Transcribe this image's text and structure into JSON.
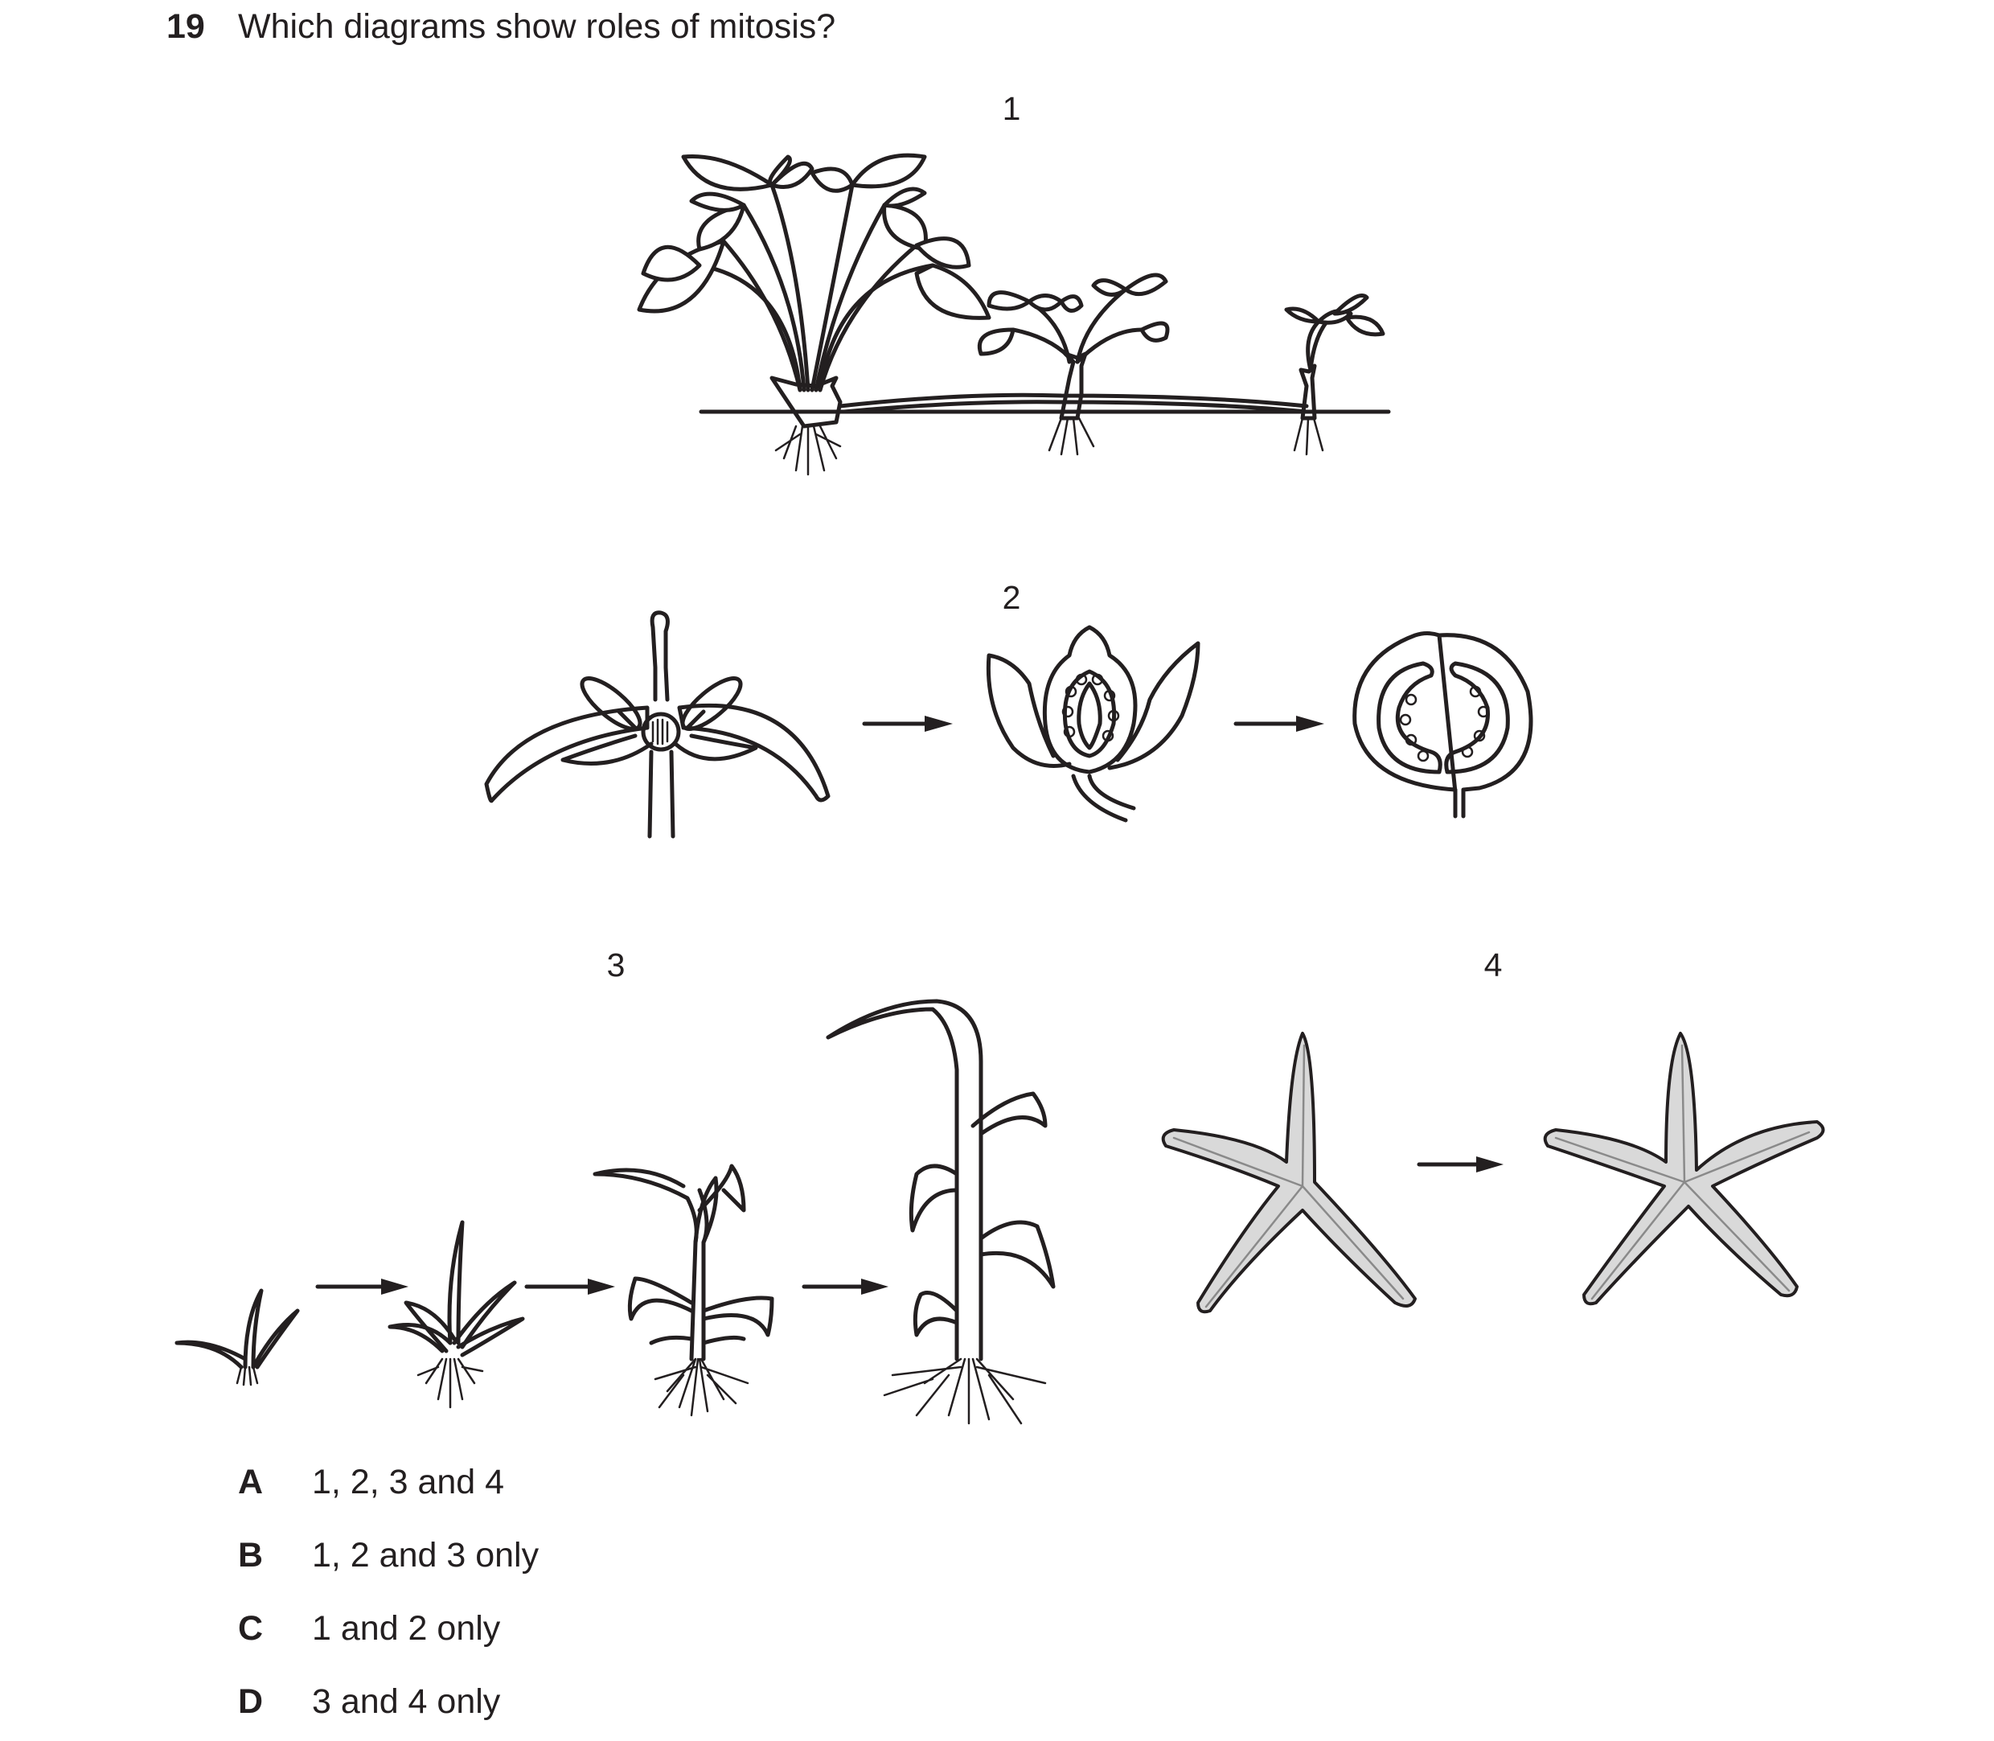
{
  "question": {
    "number": "19",
    "text": "Which diagrams show roles of mitosis?"
  },
  "diagrams": [
    {
      "label": "1"
    },
    {
      "label": "2"
    },
    {
      "label": "3"
    },
    {
      "label": "4"
    }
  ],
  "options": [
    {
      "letter": "A",
      "text": "1, 2, 3 and 4"
    },
    {
      "letter": "B",
      "text": "1, 2 and 3 only"
    },
    {
      "letter": "C",
      "text": "1 and 2 only"
    },
    {
      "letter": "D",
      "text": "3 and 4 only"
    }
  ]
}
